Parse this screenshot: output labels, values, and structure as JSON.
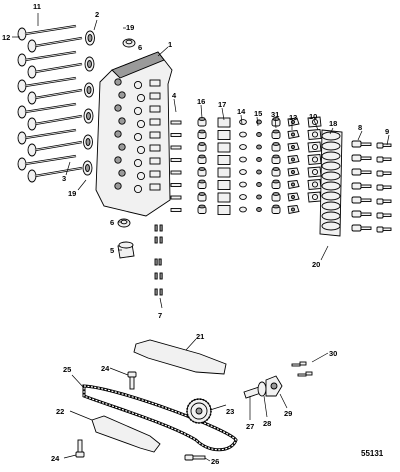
{
  "figure_number": "55131",
  "callouts": {
    "c1": "1",
    "c2": "2",
    "c3": "3",
    "c4": "4",
    "c5": "5",
    "c6a": "6",
    "c6b": "6",
    "c7": "7",
    "c8": "8",
    "c9": "9",
    "c10": "10",
    "c11": "11",
    "c12": "12",
    "c13": "13",
    "c14": "14",
    "c15": "15",
    "c16": "16",
    "c17": "17",
    "c18": "18",
    "c19a": "19",
    "c19b": "19",
    "c20": "20",
    "c21": "21",
    "c22": "22",
    "c23": "23",
    "c24a": "24",
    "c24b": "24",
    "c25": "25",
    "c26": "26",
    "c27": "27",
    "c28": "28",
    "c29": "29",
    "c30": "30",
    "c31": "31"
  }
}
